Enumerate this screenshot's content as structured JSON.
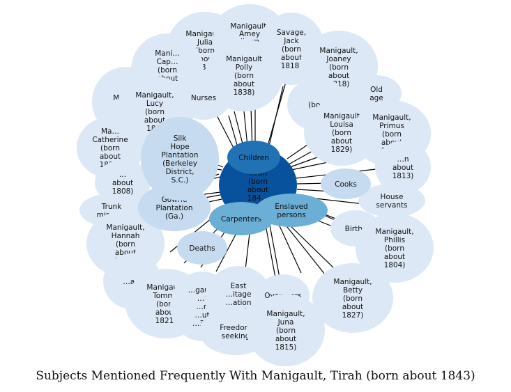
{
  "title": "Subjects Mentioned Frequently With Manigault, Tirah (born about 1843)",
  "colors": {
    "outer": "#dce8f5",
    "mid": "#c6dbef",
    "mid2": "#9ecae1",
    "inner": "#6baed6",
    "strong": "#2171b5",
    "center": "#08519c",
    "edge": "#000000"
  },
  "nodes": [
    {
      "id": "c_julia",
      "label": "Manigault, Julia (born about 18…",
      "shade": "outer"
    },
    {
      "id": "c_amey",
      "label": "Manigault, Amey (born …",
      "shade": "outer"
    },
    {
      "id": "c_savage",
      "label": "Savage, Jack (born about 1818)",
      "shade": "outer"
    },
    {
      "id": "c_joaney",
      "label": "Manigault, Joaney (born about 1818)",
      "shade": "outer"
    },
    {
      "id": "c_cap",
      "label": "Manigault, Cap… (born about …)",
      "shade": "outer"
    },
    {
      "id": "c_polly",
      "label": "Manigault, Polly (born about 1838)",
      "shade": "outer"
    },
    {
      "id": "c_nurses",
      "label": "Nurses",
      "shade": "outer"
    },
    {
      "id": "c_f",
      "label": "Manigault, F…",
      "shade": "outer"
    },
    {
      "id": "c_lucy",
      "label": "Manigault, Lucy (born about 18…",
      "shade": "outer"
    },
    {
      "id": "c_oldage",
      "label": "Old age",
      "shade": "outer"
    },
    {
      "id": "c_hid",
      "label": "…(born …",
      "shade": "outer"
    },
    {
      "id": "c_louisa",
      "label": "Manigault, Louisa (born about 1829)",
      "shade": "outer"
    },
    {
      "id": "c_primus",
      "label": "Manigault, Primus (born about 1818)",
      "shade": "outer"
    },
    {
      "id": "c_cath",
      "label": "Manigault, Catherine (born about 1828)",
      "shade": "outer"
    },
    {
      "id": "c_r1813",
      "label": "…n about 1813)",
      "shade": "outer"
    },
    {
      "id": "c_a1808",
      "label": "…about 1808)",
      "shade": "outer"
    },
    {
      "id": "c_house",
      "label": "House servants",
      "shade": "outer"
    },
    {
      "id": "c_trunk",
      "label": "Trunk minders",
      "shade": "outer"
    },
    {
      "id": "c_hannah",
      "label": "Manigault, Hannah (born about 1808)",
      "shade": "outer"
    },
    {
      "id": "c_births",
      "label": "Births",
      "shade": "outer"
    },
    {
      "id": "c_phillis",
      "label": "Manigault, Phillis (born about 1804)",
      "shade": "outer"
    },
    {
      "id": "c_left",
      "label": "…a…",
      "shade": "outer"
    },
    {
      "id": "c_tommy",
      "label": "Manigault, Tommy (born about 1821)",
      "shade": "outer"
    },
    {
      "id": "c_b36",
      "label": "…gault, …t …n …ut …36)",
      "shade": "outer"
    },
    {
      "id": "c_east",
      "label": "East …itage …ation …a.)",
      "shade": "outer"
    },
    {
      "id": "c_overseers",
      "label": "Overseers",
      "shade": "outer"
    },
    {
      "id": "c_betty",
      "label": "Manigault, Betty (born about 1827)",
      "shade": "outer"
    },
    {
      "id": "c_freedom",
      "label": "Freedom seeking",
      "shade": "outer"
    },
    {
      "id": "c_juna",
      "label": "Manigault, Juna (born about 1815)",
      "shade": "outer"
    },
    {
      "id": "c_cooks",
      "label": "Cooks",
      "shade": "mid"
    },
    {
      "id": "c_deaths",
      "label": "Deaths",
      "shade": "mid"
    },
    {
      "id": "c_gowrie",
      "label": "Gowrie Plantation (Ga.)",
      "shade": "mid"
    },
    {
      "id": "c_silk",
      "label": "Silk Hope Plantation (Berkeley District, S.C.)",
      "shade": "mid"
    },
    {
      "id": "c_center",
      "label": "Manigault, Tirah (born about 1843)",
      "shade": "center"
    },
    {
      "id": "c_children",
      "label": "Children",
      "shade": "strong"
    },
    {
      "id": "c_carpenters",
      "label": "Carpenters",
      "shade": "inner"
    },
    {
      "id": "c_enslaved",
      "label": "Enslaved persons",
      "shade": "inner"
    }
  ]
}
